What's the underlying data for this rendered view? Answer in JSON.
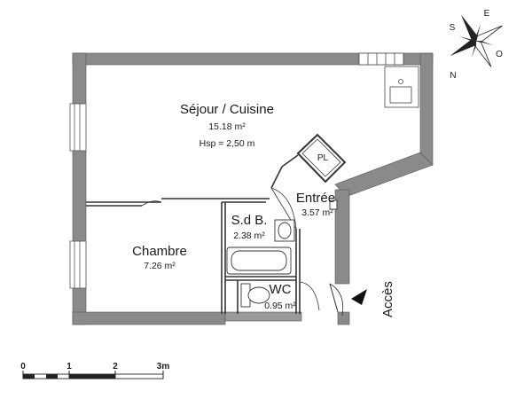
{
  "rooms": {
    "sejour": {
      "name": "Séjour / Cuisine",
      "area": "15.18 m²",
      "height": "Hsp =  2,50 m"
    },
    "chambre": {
      "name": "Chambre",
      "area": "7.26 m²"
    },
    "sdb": {
      "name": "S.d B.",
      "area": "2.38 m²"
    },
    "entree": {
      "name": "Entrée",
      "area": "3.57 m²"
    },
    "wc": {
      "name": "WC",
      "area": "0.95 m²"
    },
    "pl": {
      "name": "PL"
    }
  },
  "access_label": "Accès",
  "compass": {
    "labels": [
      "E",
      "S",
      "O",
      "N"
    ]
  },
  "scale": {
    "ticks": [
      "0",
      "1",
      "2",
      "3m"
    ]
  },
  "colors": {
    "wall": "#8a8a8a",
    "wall_outline": "#555555",
    "line": "#333333",
    "arrow": "#111111"
  }
}
